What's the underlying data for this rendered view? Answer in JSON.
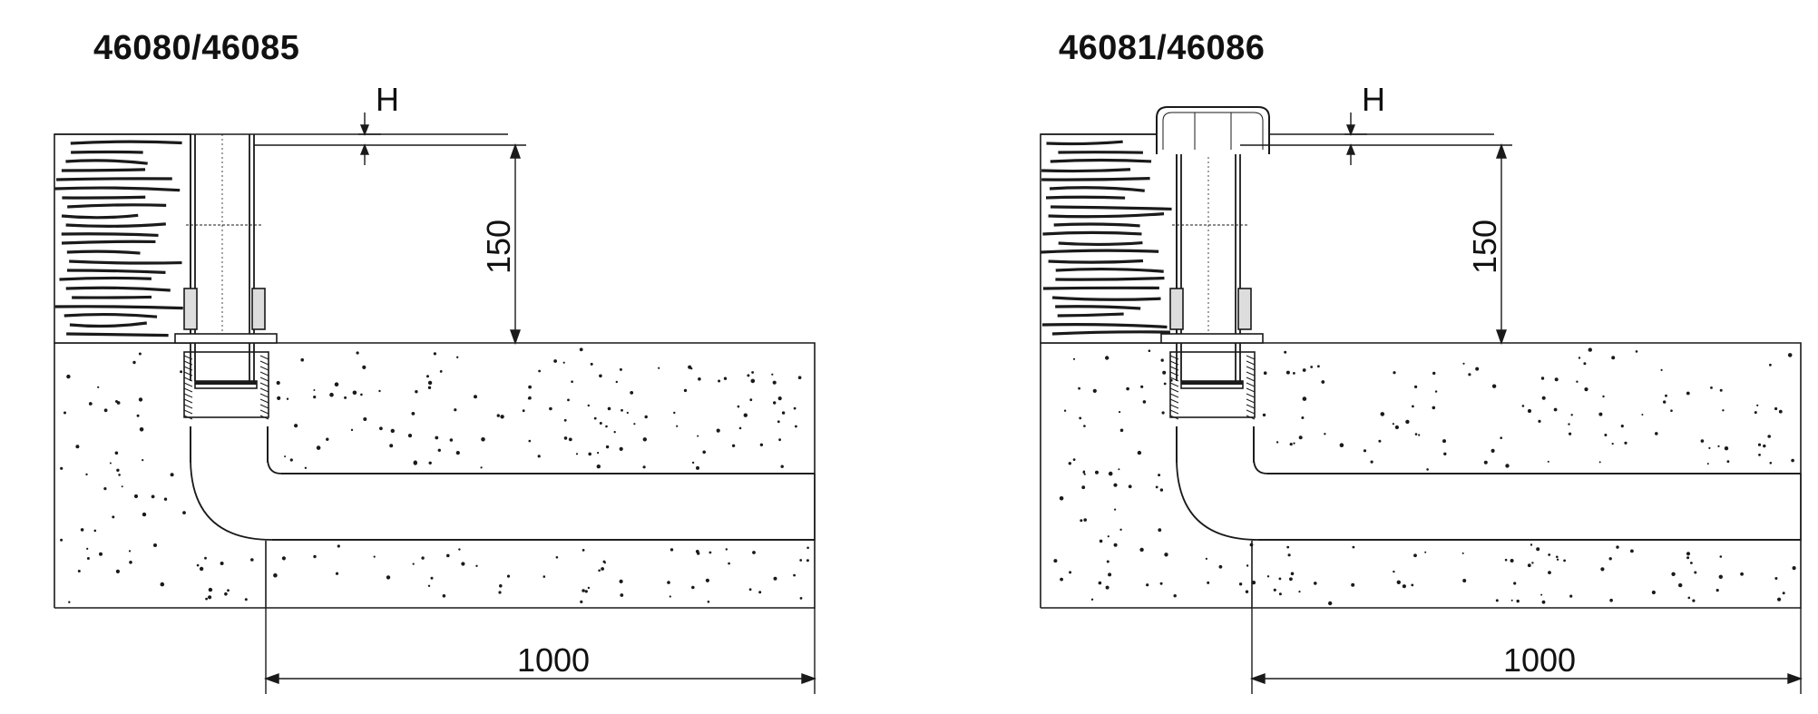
{
  "figures": [
    {
      "id": "left",
      "title": "46080/46085",
      "has_cap": false,
      "labels": {
        "height_marker": "H",
        "vertical_dim": "150",
        "horizontal_dim": "1000"
      }
    },
    {
      "id": "right",
      "title": "46081/46086",
      "has_cap": true,
      "labels": {
        "height_marker": "H",
        "vertical_dim": "150",
        "horizontal_dim": "1000"
      }
    }
  ],
  "colors": {
    "line": "#1a1a1a",
    "fill": "#ffffff",
    "hatch": "#1a1a1a"
  }
}
